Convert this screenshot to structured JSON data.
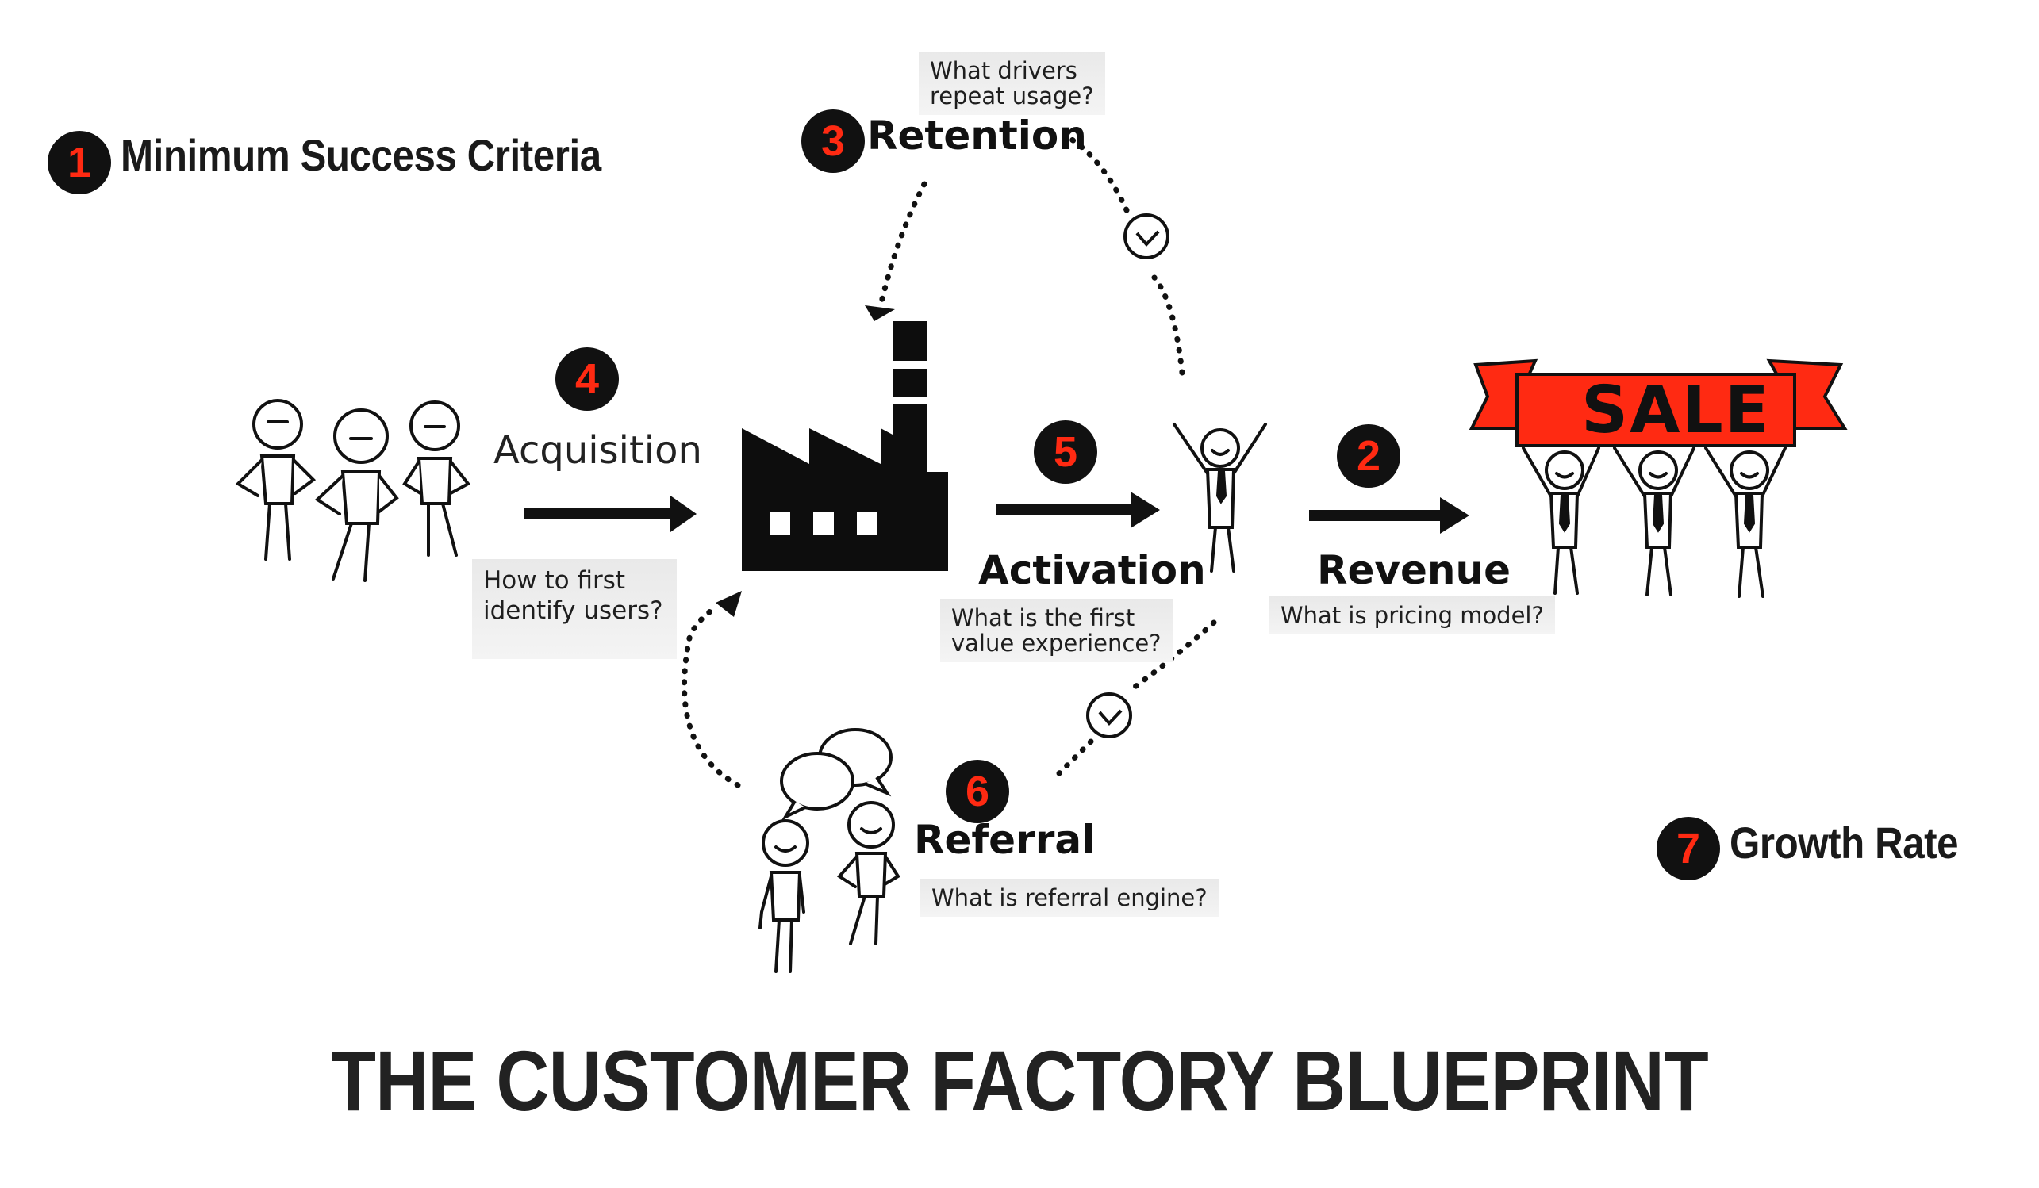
{
  "title": "THE CUSTOMER FACTORY BLUEPRINT",
  "colors": {
    "accent": "#ff2a12",
    "ink": "#111111",
    "note_bg": "#ececec"
  },
  "metrics": [
    {
      "number": "1",
      "label": "Minimum Success Criteria"
    },
    {
      "number": "7",
      "label": "Growth Rate"
    }
  ],
  "stages": {
    "acquisition": {
      "number": "4",
      "label": "Acquisition",
      "question": "How to first\nidentify users?"
    },
    "revenue": {
      "number": "2",
      "label": "Revenue",
      "question": "What is pricing model?"
    },
    "retention": {
      "number": "3",
      "label": "Retention",
      "question": "What drivers\nrepeat usage?"
    },
    "activation": {
      "number": "5",
      "label": "Activation",
      "question": "What is the first\nvalue experience?"
    },
    "referral": {
      "number": "6",
      "label": "Referral",
      "question": "What is referral engine?"
    }
  },
  "sale_banner": "SALE",
  "icons": [
    "stick-figure",
    "factory-icon",
    "clock-icon",
    "speech-bubble-icon",
    "arrow-icon"
  ]
}
